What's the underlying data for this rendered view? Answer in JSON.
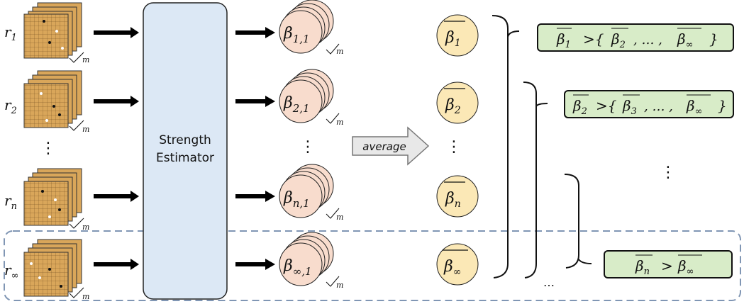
{
  "rank_rows": [
    {
      "rank_base": "r",
      "rank_sub": "1",
      "beta_base": "β",
      "beta_sub": "1,1",
      "avg_base": "β",
      "avg_sub": "1"
    },
    {
      "rank_base": "r",
      "rank_sub": "2",
      "beta_base": "β",
      "beta_sub": "2,1",
      "avg_base": "β",
      "avg_sub": "2"
    },
    {
      "rank_base": "r",
      "rank_sub": "n",
      "beta_base": "β",
      "beta_sub": "n,1",
      "avg_base": "β",
      "avg_sub": "n"
    },
    {
      "rank_base": "r",
      "rank_sub": "∞",
      "beta_base": "β",
      "beta_sub": "∞,1",
      "avg_base": "β",
      "avg_sub": "∞"
    }
  ],
  "ellipsis_vertical": "⋮",
  "ellipsis_horizontal": "…",
  "stack_label": "m",
  "estimator": {
    "line1": "Strength",
    "line2": "Estimator"
  },
  "average_label": "average",
  "comparisons": [
    {
      "lhs_sub": "1",
      "op": ">{",
      "rhs_first_sub": "2",
      "sep": ", … ,",
      "rhs_last_sub": "∞",
      "close": "}"
    },
    {
      "lhs_sub": "2",
      "op": ">{",
      "rhs_first_sub": "3",
      "sep": ", … ,",
      "rhs_last_sub": "∞",
      "close": "}"
    },
    {
      "lhs_sub": "n",
      "op": ">",
      "rhs_first_sub": "∞"
    }
  ],
  "colors": {
    "board": "#d9a65a",
    "estimator_fill": "#dce8f5",
    "beta_fill": "#f8dccd",
    "avg_fill": "#fbe8b6",
    "comparison_fill": "#d8ecc8",
    "highlight_border": "#8096b4"
  }
}
